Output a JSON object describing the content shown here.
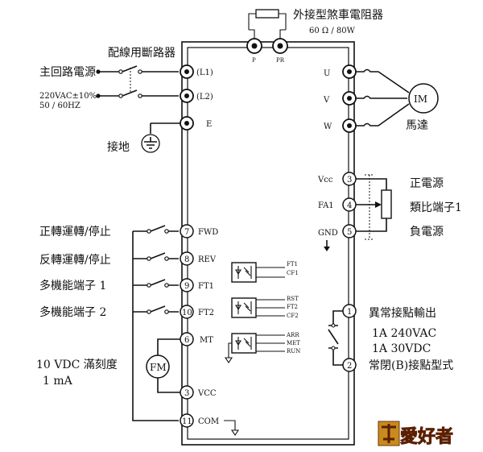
{
  "labels": {
    "brake_resistor": "外接型煞車電阻器",
    "brake_spec": "60 Ω  / 80W",
    "breaker": "配線用斷路器",
    "main_power": "主回路電源",
    "voltage": "220VAC±10%",
    "freq": "50 / 60HZ",
    "ground": "接地",
    "motor": "IM",
    "motor_name": "馬達",
    "pos_power": "正電源",
    "analog": "類比端子1",
    "neg_power": "負電源",
    "fwd_stop": "正轉運轉/停止",
    "rev_stop": "反轉運轉/停止",
    "multi1": "多機能端子  1",
    "multi2": "多機能端子  2",
    "scale": "10 VDC  滿刻度",
    "ma": "1  mA",
    "fm": "FM",
    "fault_out": "異常接點輸出",
    "spec1": "1A  240VAC",
    "spec2": "1A  30VDC",
    "nc_contact": "常閉(B)接點型式",
    "watermark": "愛好者"
  },
  "terminals": {
    "p": "P",
    "pr": "PR",
    "l1": "(L1)",
    "l2": "(L2)",
    "e": "E",
    "u": "U",
    "v": "V",
    "w": "W",
    "vcc": "Vcc",
    "fa1": "FA1",
    "gnd": "GND",
    "fwd": "FWD",
    "rev": "REV",
    "ft1": "FT1",
    "ft2": "FT2",
    "mt": "MT",
    "vcc2": "VCC",
    "com": "COM"
  },
  "terminal_numbers": {
    "t3": "3",
    "t4": "4",
    "t5": "5",
    "t7": "7",
    "t8": "8",
    "t9": "9",
    "t10": "10",
    "t6": "6",
    "t3b": "3",
    "t11": "11",
    "r1": "1",
    "r2": "2"
  },
  "internal": {
    "ft1a": "FT1",
    "cf1": "CF1",
    "rst": "RST",
    "ft2a": "FT2",
    "cf2": "CF2",
    "arr": "ARR",
    "met": "MET",
    "run": "RUN"
  }
}
